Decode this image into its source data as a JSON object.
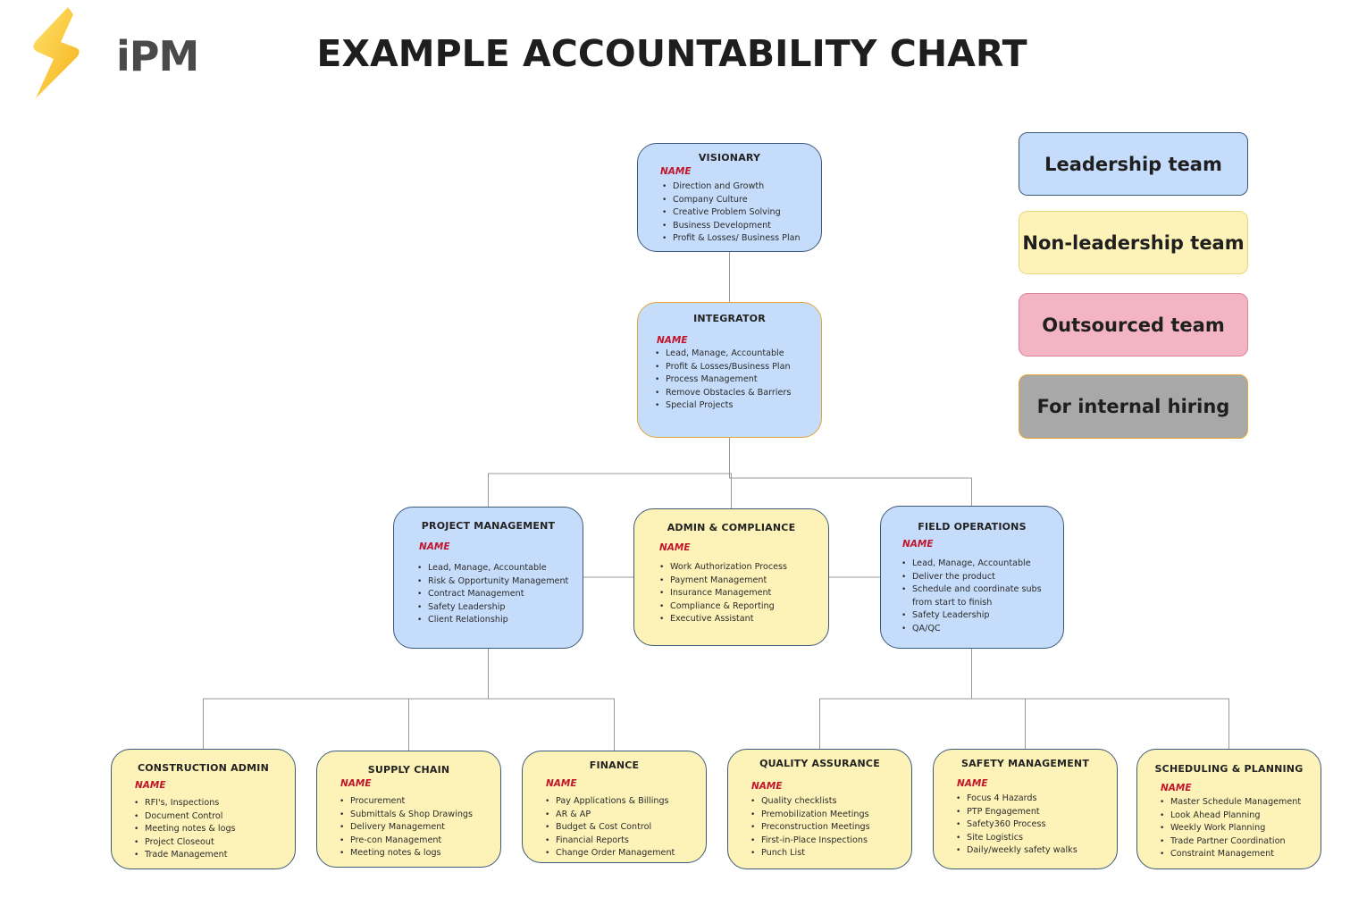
{
  "logo": {
    "text": "iPM"
  },
  "title": "EXAMPLE ACCOUNTABILITY CHART",
  "legend": [
    {
      "label": "Leadership team",
      "fill": "#c6dcfb",
      "border": "#3b5a78"
    },
    {
      "label": "Non-leadership team",
      "fill": "#fdf3b8",
      "border": "#e7d77c"
    },
    {
      "label": "Outsourced team",
      "fill": "#f3b4c4",
      "border": "#d9849a"
    },
    {
      "label": "For internal hiring",
      "fill": "#a8a8a8",
      "border": "#e2a634"
    }
  ],
  "boxes": {
    "visionary": {
      "title": "VISIONARY",
      "name": "NAME",
      "items": [
        "Direction and Growth",
        "Company Culture",
        "Creative Problem Solving",
        "Business Development",
        "Profit & Losses/ Business Plan"
      ]
    },
    "integrator": {
      "title": "INTEGRATOR",
      "name": "NAME",
      "items": [
        "Lead, Manage, Accountable",
        "Profit & Losses/Business Plan",
        "Process Management",
        "Remove Obstacles & Barriers",
        "Special Projects"
      ]
    },
    "project_management": {
      "title": "PROJECT MANAGEMENT",
      "name": "NAME",
      "items": [
        "Lead, Manage, Accountable",
        "Risk & Opportunity Management",
        "Contract Management",
        "Safety Leadership",
        "Client Relationship"
      ]
    },
    "admin_compliance": {
      "title": "ADMIN & COMPLIANCE",
      "name": "NAME",
      "items": [
        "Work Authorization Process",
        "Payment Management",
        "Insurance Management",
        "Compliance & Reporting",
        "Executive Assistant"
      ]
    },
    "field_operations": {
      "title": "FIELD OPERATIONS",
      "name": "NAME",
      "items": [
        "Lead, Manage, Accountable",
        "Deliver the product",
        "Schedule and coordinate subs",
        "from start to finish",
        "Safety Leadership",
        "QA/QC"
      ]
    },
    "construction_admin": {
      "title": "CONSTRUCTION ADMIN",
      "name": "NAME",
      "items": [
        "RFI's, Inspections",
        "Document Control",
        "Meeting notes & logs",
        "Project Closeout",
        "Trade Management"
      ]
    },
    "supply_chain": {
      "title": "SUPPLY CHAIN",
      "name": "NAME",
      "items": [
        "Procurement",
        "Submittals & Shop Drawings",
        "Delivery Management",
        "Pre-con Management",
        "Meeting notes & logs"
      ]
    },
    "finance": {
      "title": "FINANCE",
      "name": "NAME",
      "items": [
        "Pay Applications & Billings",
        "AR & AP",
        "Budget & Cost Control",
        "Financial Reports",
        "Change Order Management"
      ]
    },
    "quality_assurance": {
      "title": "QUALITY ASSURANCE",
      "name": "NAME",
      "items": [
        "Quality checklists",
        "Premobilization Meetings",
        "Preconstruction Meetings",
        "First-in-Place Inspections",
        "Punch List"
      ]
    },
    "safety_management": {
      "title": "SAFETY MANAGEMENT",
      "name": "NAME",
      "items": [
        "Focus 4 Hazards",
        "PTP Engagement",
        "Safety360 Process",
        "Site Logistics",
        "Daily/weekly safety walks"
      ]
    },
    "scheduling_planning": {
      "title": "SCHEDULING & PLANNING",
      "name": "NAME",
      "items": [
        "Master Schedule Management",
        "Look Ahead Planning",
        "Weekly Work Planning",
        "Trade Partner Coordination",
        "Constraint Management"
      ]
    }
  }
}
